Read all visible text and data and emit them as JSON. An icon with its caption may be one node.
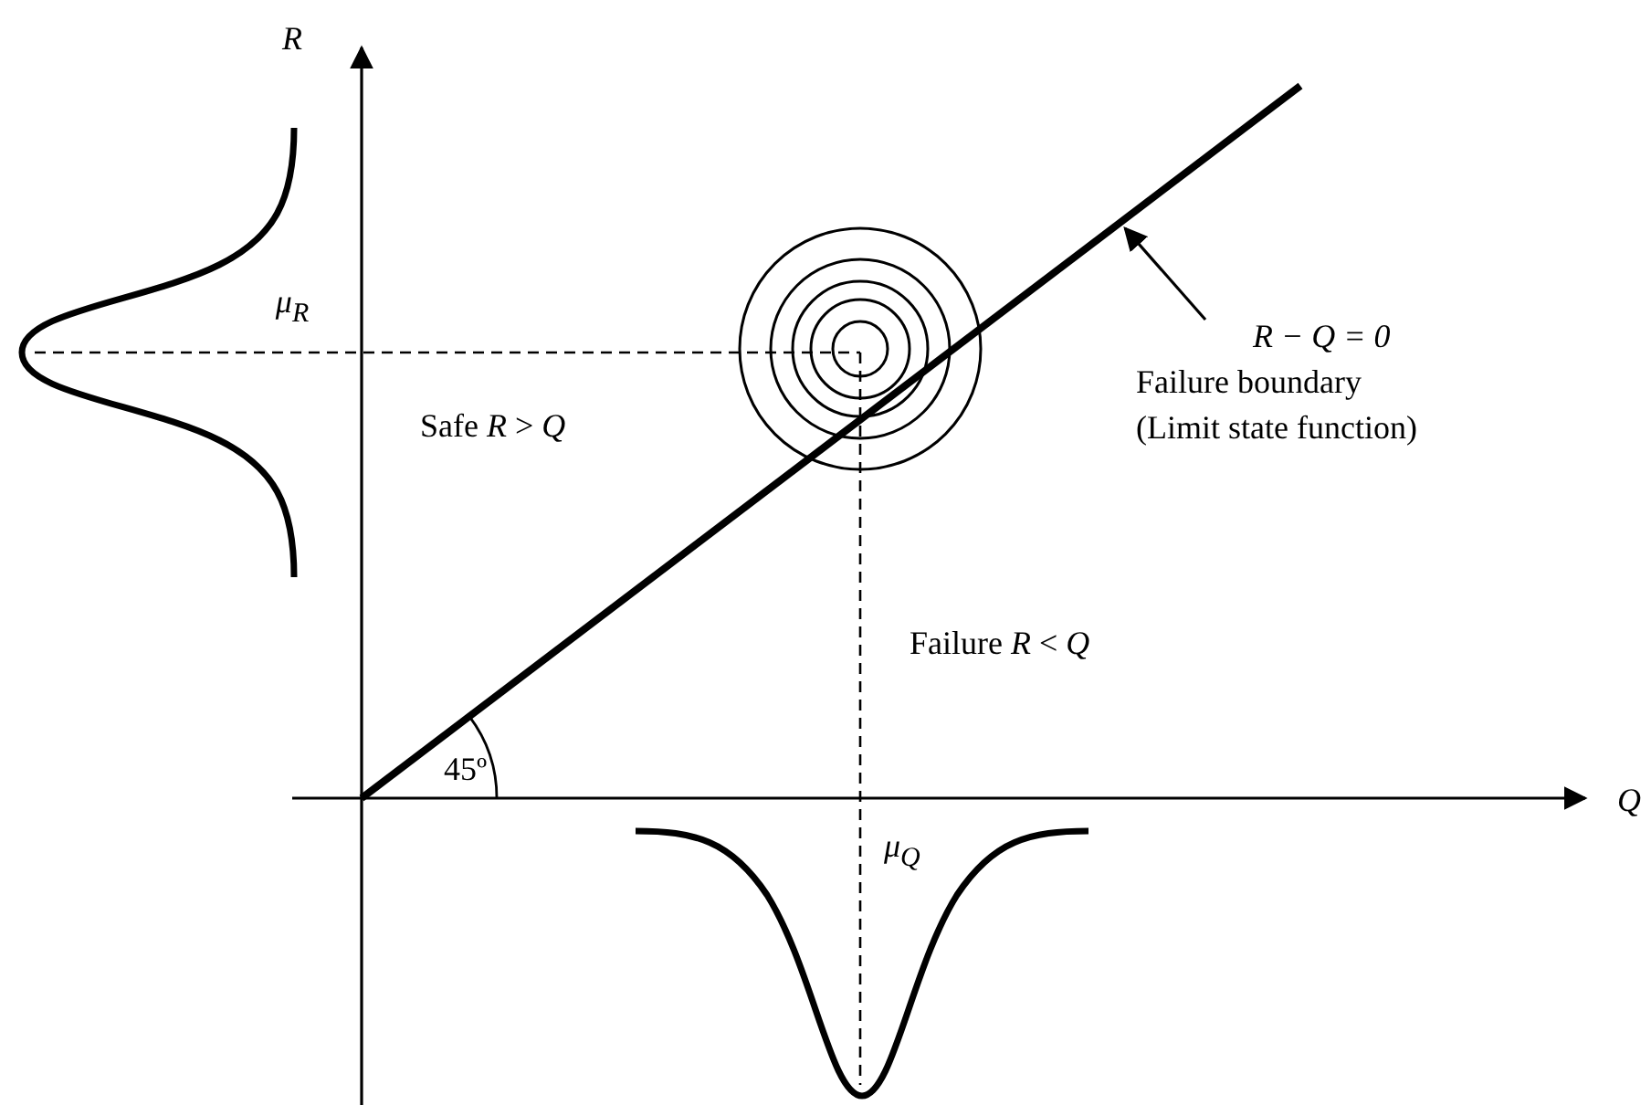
{
  "diagram": {
    "nodes": [
      {
        "text": [
          "R − Q = 0",
          "Failure boundary",
          "(Limit state function)"
        ]
      },
      {
        "text": [],
        "shape": "line"
      }
    ],
    "edges": [
      {
        "from": 0,
        "to": 1,
        "arrow": "to"
      }
    ],
    "labels": [
      "R",
      "μ$_{R}$",
      "Safe *R* > *Q*",
      "Failure *R* < *Q*",
      "45º",
      "Q",
      "μ$_{Q}$"
    ]
  }
}
